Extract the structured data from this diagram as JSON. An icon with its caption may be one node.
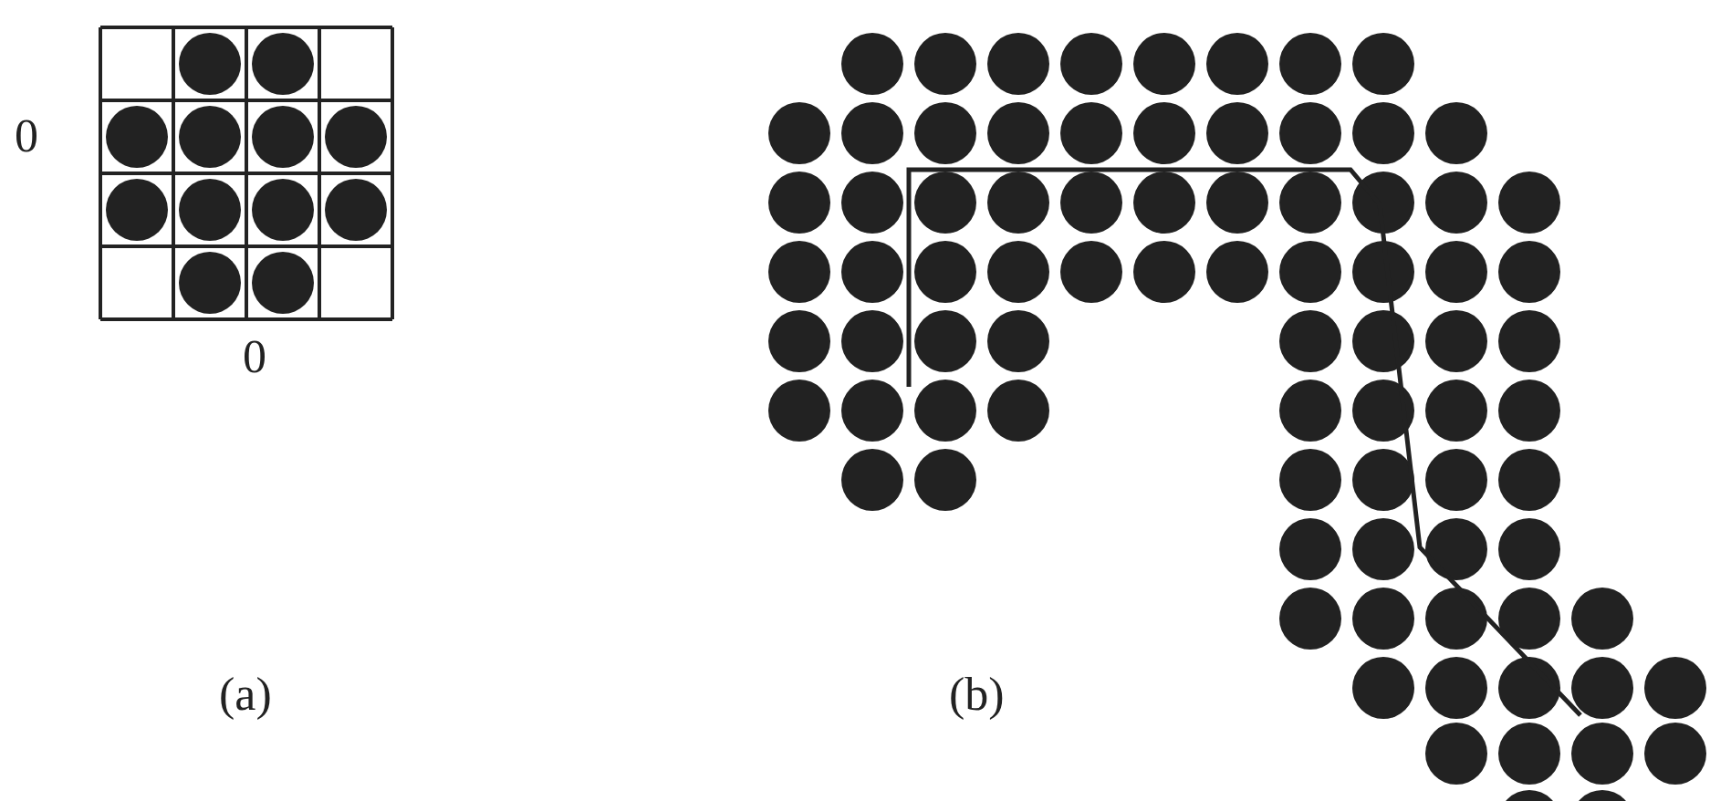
{
  "diagram": {
    "labels": [
      "0",
      "0",
      "(a)",
      "(b)"
    ]
  }
}
